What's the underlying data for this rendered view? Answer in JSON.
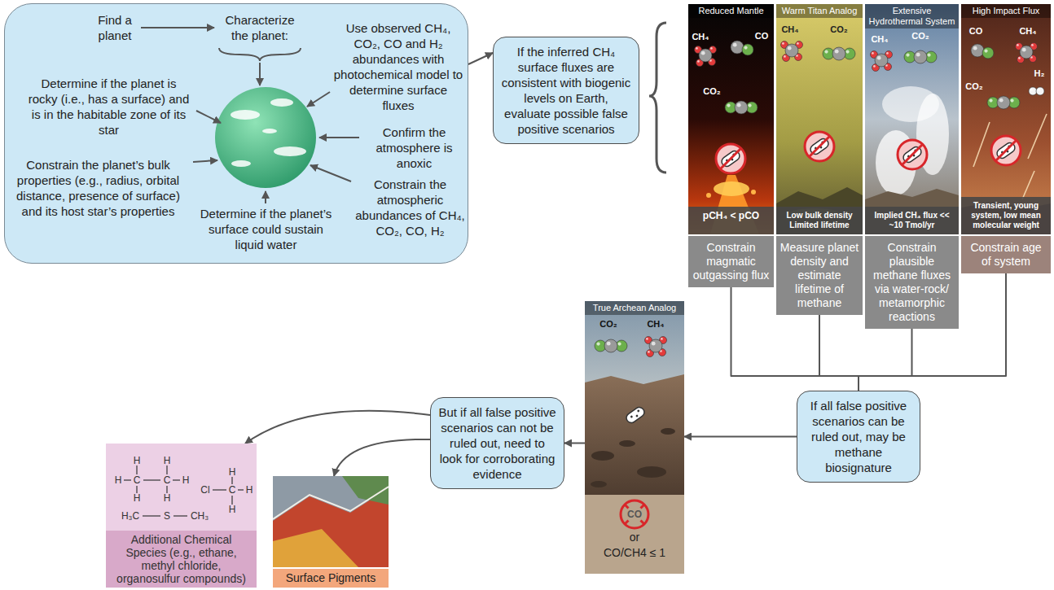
{
  "diagram": {
    "nodes": [
      {
        "text": [
          "Find a planet",
          "Characterize the planet:",
          "Determine if the planet is rocky (i.e., has a surface) and is in the habitable zone of its star",
          "Constrain the planet’s bulk properties (e.g., radius, orbital distance, presence of surface) and its host star’s properties",
          "Determine if the planet’s surface could sustain liquid water",
          "Use observed CH₄, CO₂, CO and H₂ abundances with photochemical model to determine surface fluxes",
          "Confirm the atmosphere is anoxic",
          "Constrain the atmospheric abundances of CH₄, CO₂, CO, H₂"
        ]
      },
      {
        "text": [
          "If the inferred CH₄ surface fluxes are consistent with biogenic levels on Earth, evaluate possible false positive scenarios"
        ]
      },
      {
        "text": [
          "Reduced Mantle",
          "pCH₄ < pCO"
        ]
      },
      {
        "text": [
          "Constrain magmatic outgassing flux"
        ]
      },
      {
        "text": [
          "Warm Titan Analog",
          "Low bulk density Limited lifetime"
        ]
      },
      {
        "text": [
          "Measure planet density and estimate lifetime of methane"
        ]
      },
      {
        "text": [
          "Extensive Hydrothermal System",
          "Implied CH₄ flux << ~10 Tmol/yr"
        ]
      },
      {
        "text": [
          "Constrain plausible methane fluxes via water-rock/ metamorphic reactions"
        ]
      },
      {
        "text": [
          "High Impact Flux",
          "Transient, young system, low mean molecular weight"
        ]
      },
      {
        "text": [
          "Constrain age of system"
        ]
      },
      {
        "text": [
          "If all false positive scenarios can be ruled out, may be methane biosignature"
        ]
      },
      {
        "text": [
          "True Archean Analog",
          "or",
          "CO/CH4 ≤ 1"
        ]
      },
      {
        "text": [
          "But if all false positive scenarios can not be ruled out, need to look for corroborating evidence"
        ]
      },
      {
        "text": [
          "Additional Chemical Species (e.g., ethane, methyl chloride, organosulfur compounds)"
        ]
      },
      {
        "text": [
          "Surface Pigments"
        ]
      }
    ],
    "edges": [
      {
        "from": 0,
        "to": 1,
        "arrow": "to"
      },
      {
        "from": 3,
        "to": 10,
        "arrow": "none"
      },
      {
        "from": 5,
        "to": 10,
        "arrow": "none"
      },
      {
        "from": 7,
        "to": 10,
        "arrow": "none"
      },
      {
        "from": 9,
        "to": 10,
        "arrow": "none"
      },
      {
        "from": 10,
        "to": 11,
        "arrow": "to"
      },
      {
        "from": 11,
        "to": 12,
        "arrow": "to"
      },
      {
        "from": 12,
        "to": 13,
        "arrow": "to"
      },
      {
        "from": 12,
        "to": 14,
        "arrow": "to"
      }
    ],
    "labels": [
      "CH₄",
      "CO",
      "CO₂",
      "CH₄",
      "CO₂",
      "CH₄",
      "CO₂",
      "CO",
      "CH₄",
      "CO₂",
      "H₂",
      "H",
      "H",
      "H",
      "C",
      "C",
      "H",
      "H",
      "H",
      "H",
      "Cl",
      "C",
      "H",
      "H",
      "H₃C",
      "S",
      "CH₃",
      "CO₂",
      "CH₄",
      "CO"
    ]
  }
}
